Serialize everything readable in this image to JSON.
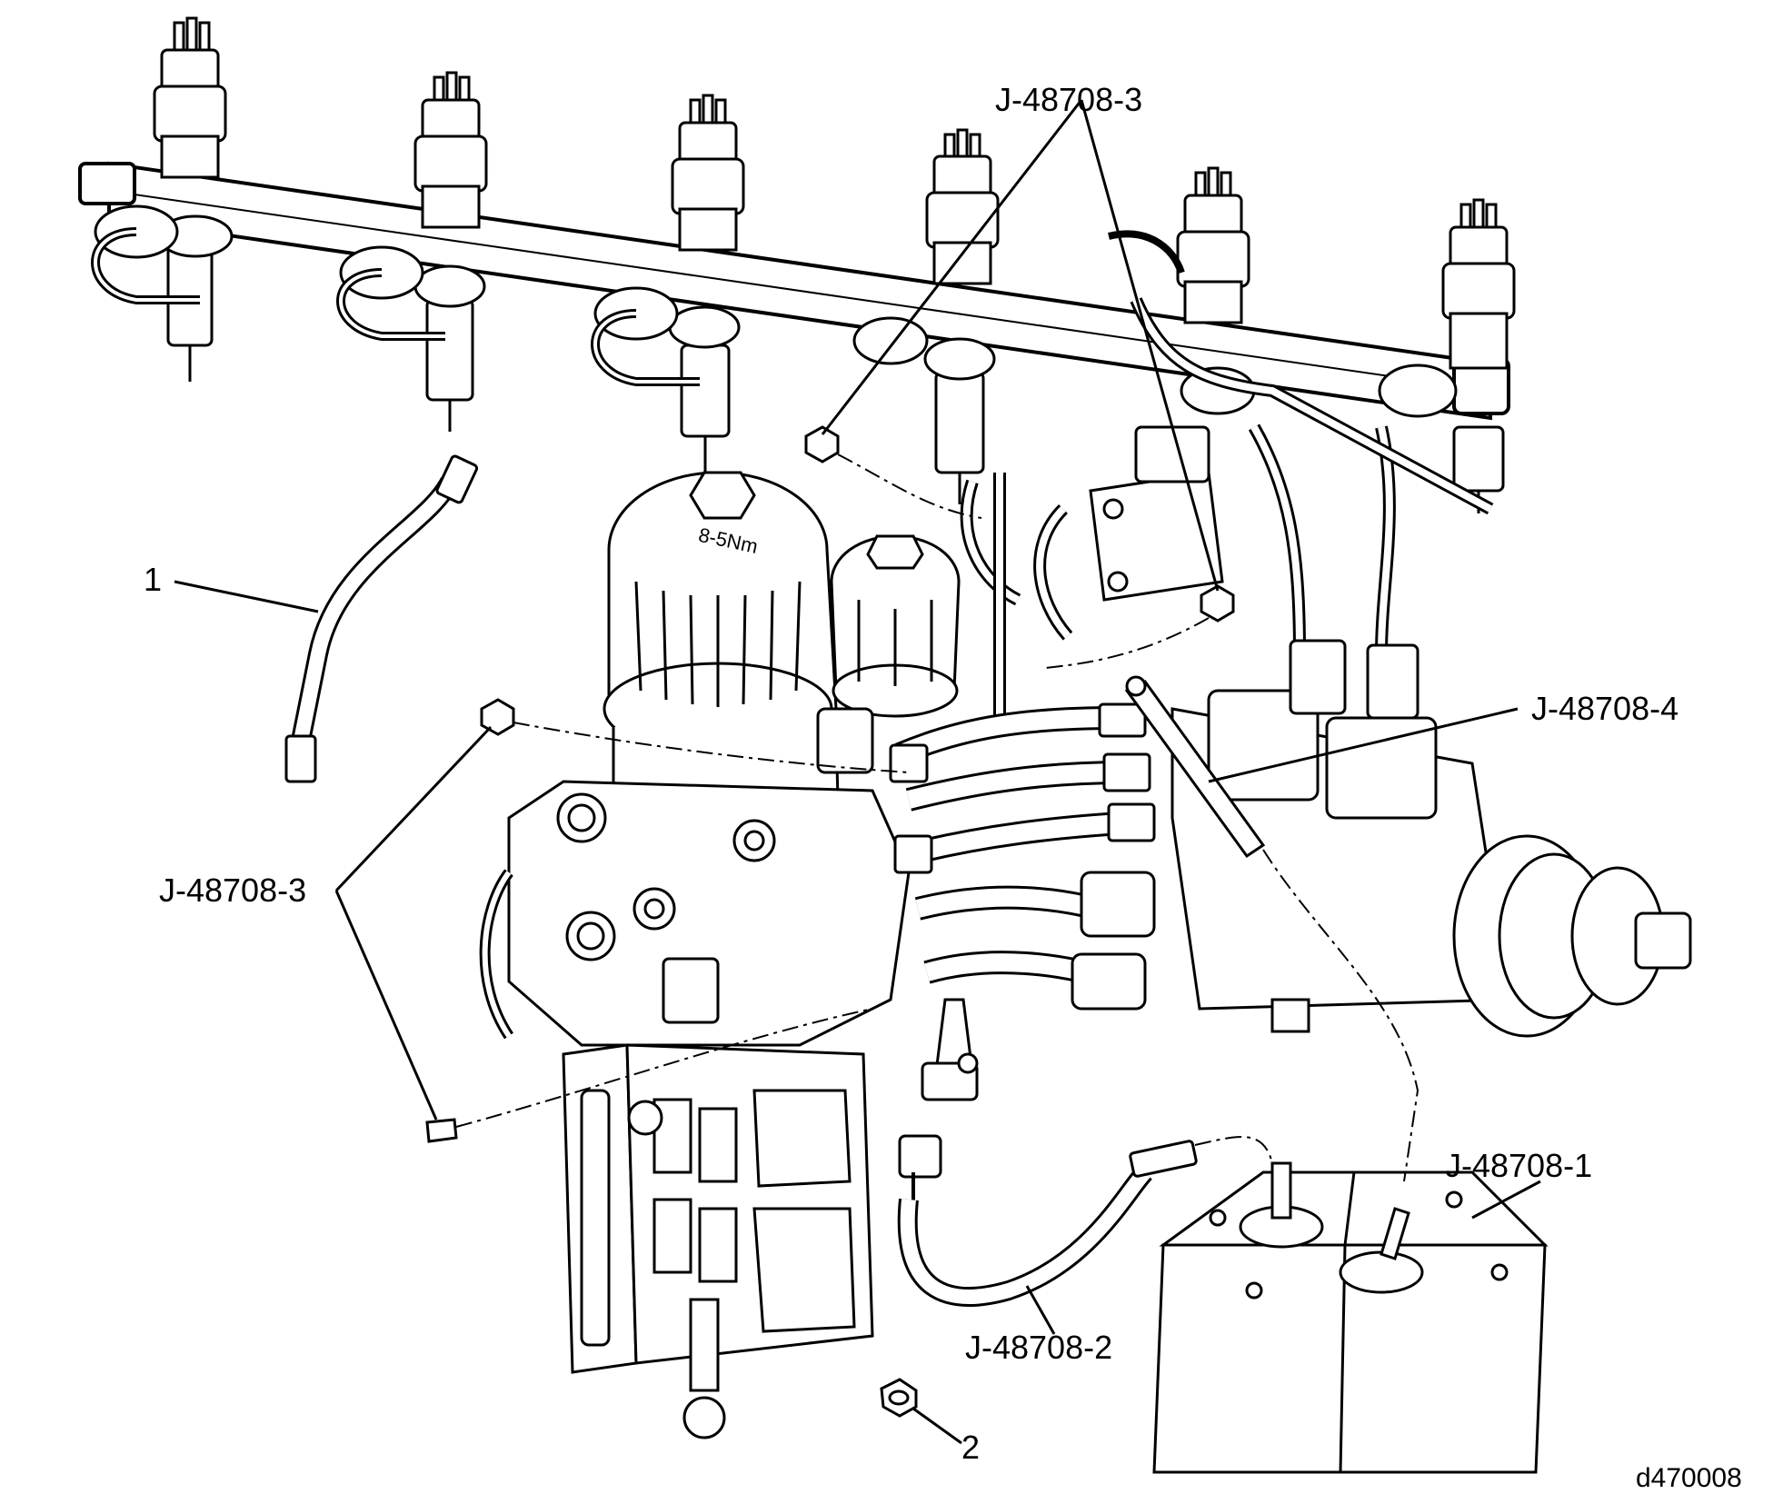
{
  "labels": {
    "callout_1": "1",
    "callout_2": "2",
    "j3_top": "J-48708-3",
    "j3_left": "J-48708-3",
    "j4": "J-48708-4",
    "j1": "J-48708-1",
    "j2": "J-48708-2",
    "figure_id": "d470008"
  },
  "colors": {
    "line": "#000000",
    "fill": "#ffffff",
    "shade": "#e6e6e6"
  }
}
